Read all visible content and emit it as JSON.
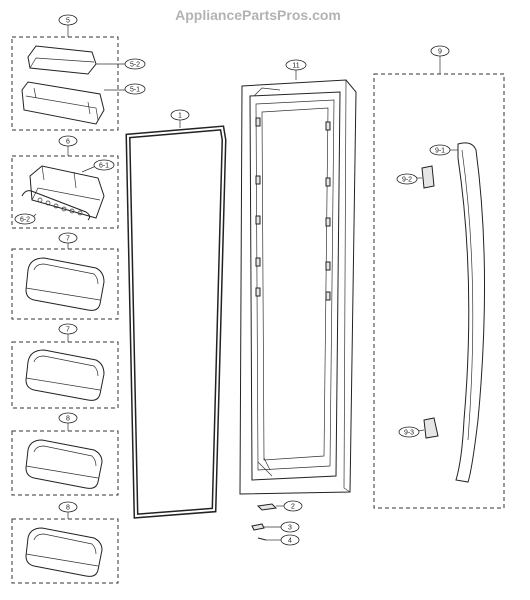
{
  "watermark": "AppliancePartsPros.com",
  "callouts": {
    "c1": "1",
    "c2": "2",
    "c3": "3",
    "c4": "4",
    "c5": "5",
    "c5_1": "5-1",
    "c5_2": "5-2",
    "c6": "6",
    "c6_1": "6-1",
    "c6_2": "6-2",
    "c7a": "7",
    "c7b": "7",
    "c8a": "8",
    "c8b": "8",
    "c9": "9",
    "c9_1": "9-1",
    "c9_2": "9-2",
    "c9_3": "9-3",
    "c11": "11"
  }
}
